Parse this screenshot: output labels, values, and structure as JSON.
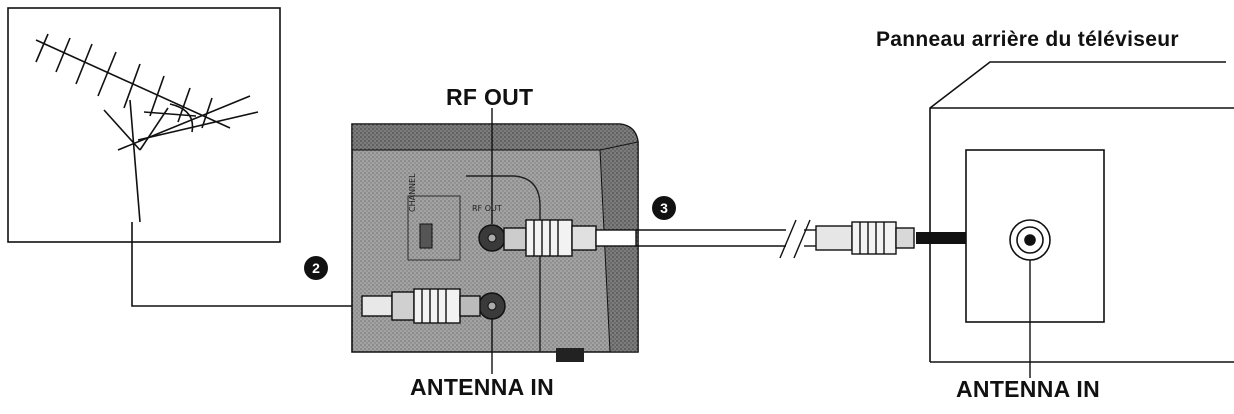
{
  "labels": {
    "tv_back_panel": "Panneau arrière du téléviseur",
    "rf_out": "RF OUT",
    "antenna_in_vcr": "ANTENNA IN",
    "antenna_in_tv": "ANTENNA IN"
  },
  "steps": {
    "step_2": "2",
    "step_3": "3"
  },
  "panel_labels": {
    "channel": "CHANNEL",
    "rf_out_small": "RF OUT"
  },
  "colors": {
    "ink": "#111111",
    "vcr_body": "#9a9a9a",
    "vcr_dark": "#6e6e6e",
    "paper": "#ffffff"
  }
}
